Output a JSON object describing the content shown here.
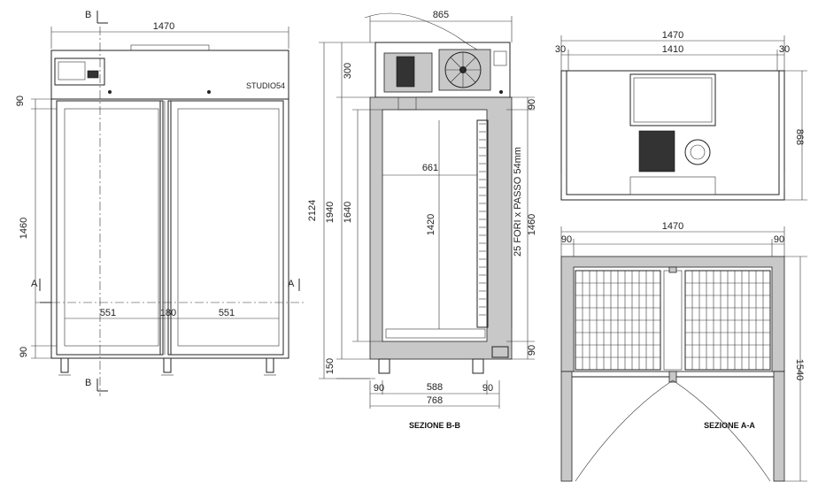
{
  "front": {
    "width_total": "1470",
    "door_width_left": "551",
    "door_width_right": "551",
    "gap_center": "180",
    "height_top_margin": "90",
    "height_door": "1460",
    "height_bottom_margin": "90",
    "section_mark_b": "B",
    "section_mark_a": "A",
    "brand": "STUDIO54"
  },
  "section_bb": {
    "depth_total": "865",
    "height_total": "2124",
    "height_top_unit": "300",
    "height_cabinet": "1940",
    "height_interior": "1640",
    "height_legs": "150",
    "interior_width": "661",
    "interior_height": "1420",
    "rail_margin_top": "90",
    "rail_height": "1460",
    "rail_margin_bottom": "90",
    "holes_label": "25 FORI x PASSO 54mm",
    "wall_left": "90",
    "interior_depth": "588",
    "wall_right": "90",
    "depth_body": "768",
    "caption": "SEZIONE B-B"
  },
  "top_view": {
    "width_total": "1470",
    "width_inner": "1410",
    "margin_left": "30",
    "margin_right": "30",
    "depth": "868"
  },
  "section_aa": {
    "width_total": "1470",
    "wall_left": "90",
    "wall_right": "90",
    "depth_open": "1540",
    "caption": "SEZIONE A-A"
  }
}
